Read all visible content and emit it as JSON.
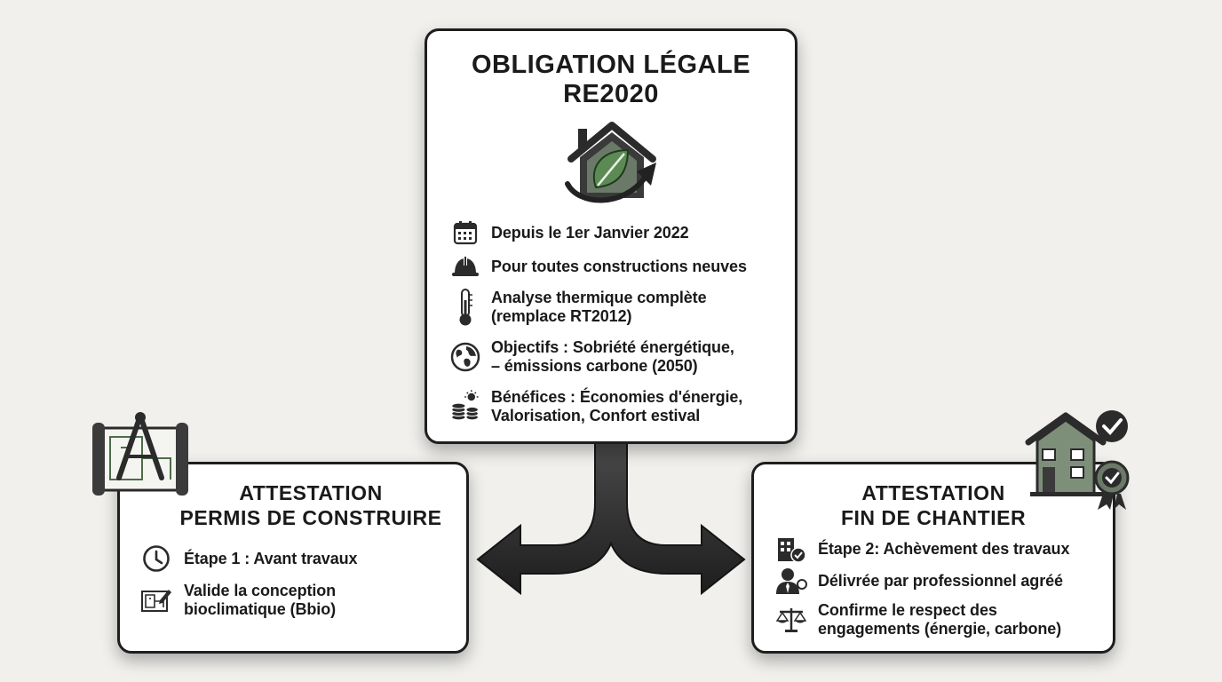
{
  "top_card": {
    "title_line1": "OBLIGATION LÉGALE",
    "title_line2": "RE2020",
    "emblem_icon": "house-leaf-arrow-icon",
    "items": [
      {
        "icon": "calendar-icon",
        "line1": "Depuis le 1er Janvier 2022",
        "line2": ""
      },
      {
        "icon": "hard-hat-icon",
        "line1": "Pour toutes constructions neuves",
        "line2": ""
      },
      {
        "icon": "thermometer-icon",
        "line1": "Analyse thermique complète",
        "line2": "(remplace RT2012)"
      },
      {
        "icon": "globe-icon",
        "line1": "Objectifs : Sobriété énergétique,",
        "line2": "– émissions carbone (2050)"
      },
      {
        "icon": "sun-coins-icon",
        "line1": "Bénéfices : Économies d'énergie,",
        "line2": "Valorisation, Confort estival"
      }
    ]
  },
  "left_card": {
    "title_line1": "ATTESTATION",
    "title_line2": "PERMIS DE CONSTRUIRE",
    "badge_icon": "blueprint-compass-icon",
    "items": [
      {
        "icon": "clock-icon",
        "line1": "Étape 1 : Avant travaux",
        "line2": ""
      },
      {
        "icon": "blueprint-pencil-icon",
        "line1": "Valide la conception",
        "line2": "bioclimatique (Bbio)"
      }
    ]
  },
  "right_card": {
    "title_line1": "ATTESTATION",
    "title_line2": "FIN DE CHANTIER",
    "badge_icon": "house-certified-icon",
    "items": [
      {
        "icon": "building-check-icon",
        "line1": "Étape 2: Achèvement des travaux",
        "line2": ""
      },
      {
        "icon": "professional-icon",
        "line1": "Délivrée par professionnel agréé",
        "line2": ""
      },
      {
        "icon": "scales-icon",
        "line1": "Confirme le respect des",
        "line2": "engagements (énergie, carbone)"
      }
    ]
  },
  "connector": {
    "type": "split-arrow",
    "color": "#2b2b2b"
  },
  "colors": {
    "accent_green": "#4f6b4a",
    "dark": "#1e1e1e",
    "background": "#f1f0ed"
  }
}
